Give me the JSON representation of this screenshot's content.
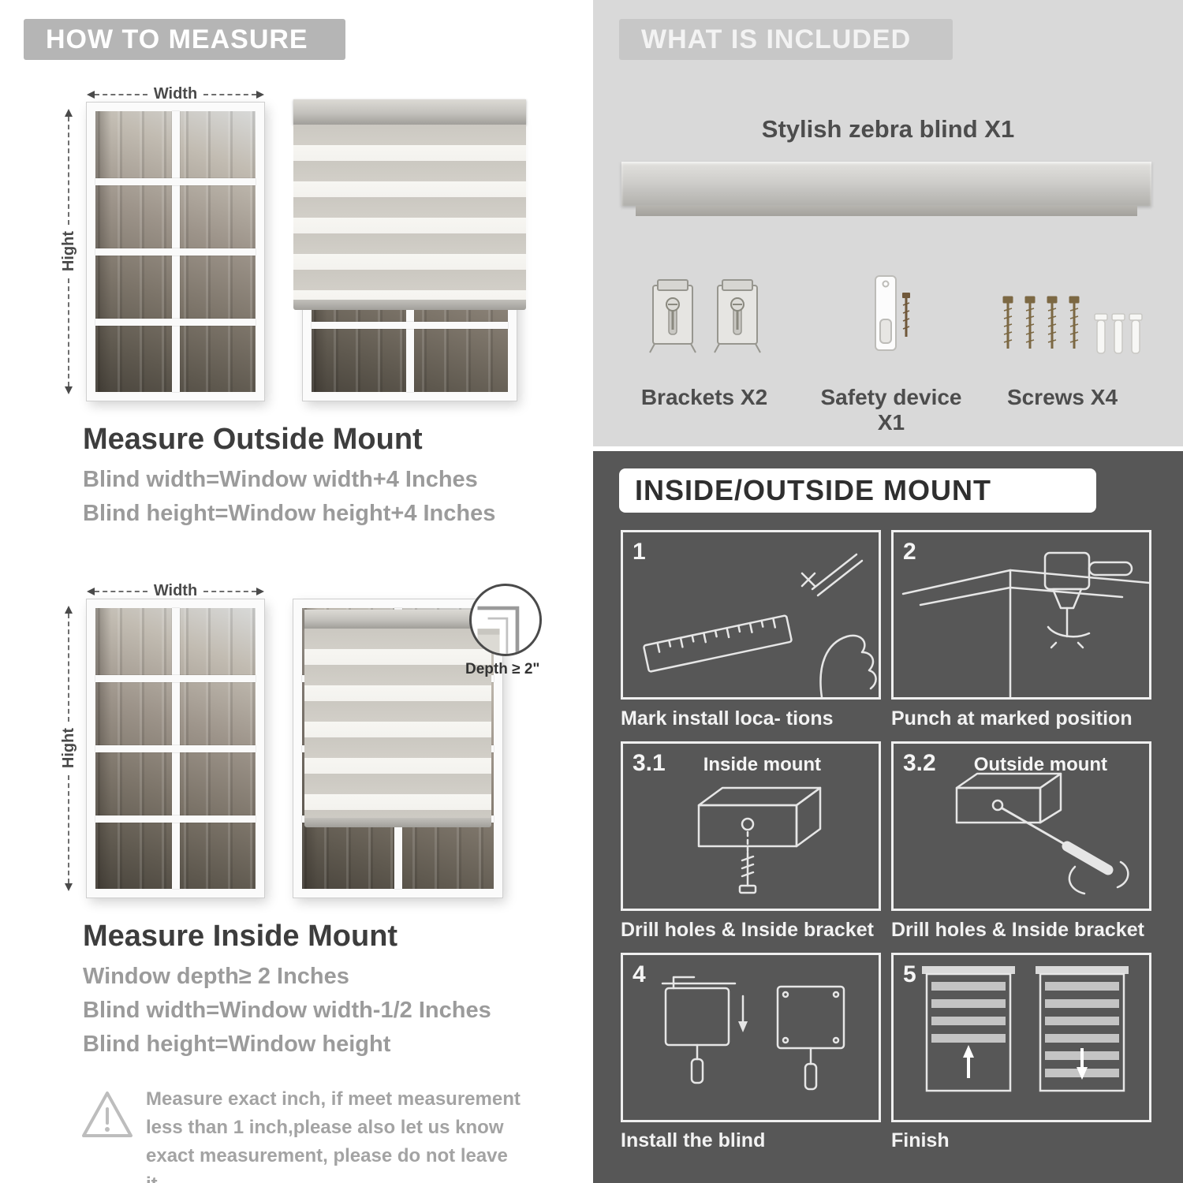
{
  "left": {
    "banner": "HOW TO MEASURE",
    "outside": {
      "width_label": "Width",
      "height_label": "Hight",
      "heading": "Measure Outside Mount",
      "lines": [
        "Blind width=Window width+4 Inches",
        "Blind height=Window height+4 Inches"
      ]
    },
    "inside": {
      "width_label": "Width",
      "height_label": "Hight",
      "depth_label": "Depth ≥ 2\"",
      "heading": "Measure Inside Mount",
      "lines": [
        "Window depth≥ 2 Inches",
        "Blind width=Window width-1/2 Inches",
        "Blind height=Window height"
      ]
    },
    "note": "Measure exact inch, if meet measurement less than 1 inch,please also let us know exact measurement, please do not leave it"
  },
  "included": {
    "banner": "WHAT IS INCLUDED",
    "product_label": "Stylish zebra blind X1",
    "items": [
      {
        "name": "brackets",
        "label": "Brackets X2"
      },
      {
        "name": "safety-device",
        "label": "Safety device X1"
      },
      {
        "name": "screws",
        "label": "Screws X4"
      }
    ]
  },
  "mount": {
    "banner": "INSIDE/OUTSIDE MOUNT",
    "steps": [
      {
        "num": "1",
        "title": "",
        "caption": "Mark install loca- tions"
      },
      {
        "num": "2",
        "title": "",
        "caption": "Punch at  marked position"
      },
      {
        "num": "3.1",
        "title": "Inside mount",
        "caption": "Drill holes &  Inside bracket"
      },
      {
        "num": "3.2",
        "title": "Outside mount",
        "caption": "Drill holes &  Inside bracket"
      },
      {
        "num": "4",
        "title": "",
        "caption": "Install the blind"
      },
      {
        "num": "5",
        "title": "",
        "caption": "Finish"
      }
    ]
  },
  "colors": {
    "banner_gray": "#b5b5b5",
    "light_panel": "#d9d9d9",
    "dark_panel": "#575757",
    "heading_text": "#3d3d3d",
    "body_text": "#9b9b9b"
  }
}
